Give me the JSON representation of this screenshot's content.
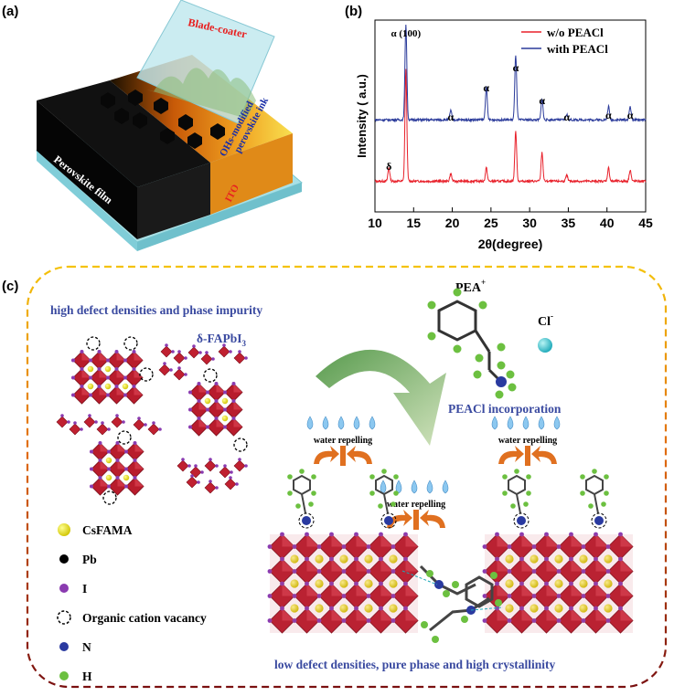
{
  "panel_a": {
    "label": "(a)",
    "blade_label": "Blade-coater",
    "ink_label_line1": "OHs-modified",
    "ink_label_line2": "perovskite ink",
    "ito_label": "ITO",
    "film_label": "Perovskite film"
  },
  "panel_b": {
    "label": "(b)",
    "chart_data": {
      "type": "line",
      "xlabel": "2θ(degree)",
      "ylabel": "Intensity ( a.u.)",
      "xlim": [
        10,
        45
      ],
      "xticks": [
        10,
        15,
        20,
        25,
        30,
        35,
        40,
        45
      ],
      "yticks_shown": false,
      "legend_position": "top-right",
      "series": [
        {
          "name": "w/o PEACl",
          "color": "#e8202a",
          "baseline": 0.16,
          "peaks": [
            [
              11.8,
              0.07
            ],
            [
              14.0,
              0.58
            ],
            [
              19.8,
              0.04
            ],
            [
              24.4,
              0.07
            ],
            [
              28.2,
              0.26
            ],
            [
              31.6,
              0.15
            ],
            [
              34.8,
              0.03
            ],
            [
              40.2,
              0.07
            ],
            [
              43.0,
              0.06
            ]
          ]
        },
        {
          "name": "with PEACl",
          "color": "#2a3a9a",
          "baseline": 0.48,
          "peaks": [
            [
              14.0,
              0.5
            ],
            [
              19.8,
              0.05
            ],
            [
              24.4,
              0.17
            ],
            [
              28.2,
              0.34
            ],
            [
              31.6,
              0.11
            ],
            [
              34.8,
              0.03
            ],
            [
              40.2,
              0.07
            ],
            [
              43.0,
              0.07
            ]
          ]
        }
      ],
      "annotations": [
        {
          "text": "α (100)",
          "x": 14.0
        },
        {
          "text": "α",
          "x": 19.8
        },
        {
          "text": "α",
          "x": 24.4
        },
        {
          "text": "α",
          "x": 28.2
        },
        {
          "text": "α",
          "x": 31.6
        },
        {
          "text": "α",
          "x": 34.8
        },
        {
          "text": "α",
          "x": 40.2
        },
        {
          "text": "α",
          "x": 43.0
        },
        {
          "text": "δ",
          "x": 11.8
        }
      ]
    }
  },
  "panel_c": {
    "label": "(c)",
    "top_title": "high defect densities and phase impurity",
    "delta_label": "δ-FAPbI",
    "delta_sub": "3",
    "pea_label": "PEA",
    "pea_sup": "+",
    "cl_label": "Cl",
    "cl_sup": "-",
    "incorporation_label": "PEACl incorporation",
    "water_label": "water repelling",
    "bottom_title": "low defect densities, pure phase and high crystallinity",
    "legend": [
      {
        "label": "CsFAMA",
        "color": "#e8e000"
      },
      {
        "label": "Pb",
        "color": "#000000"
      },
      {
        "label": "I",
        "color": "#8a3bb0"
      },
      {
        "label": "Organic cation vacancy",
        "color": "none"
      },
      {
        "label": "N",
        "color": "#2a3aa0"
      },
      {
        "label": "H",
        "color": "#6cc040"
      }
    ]
  }
}
